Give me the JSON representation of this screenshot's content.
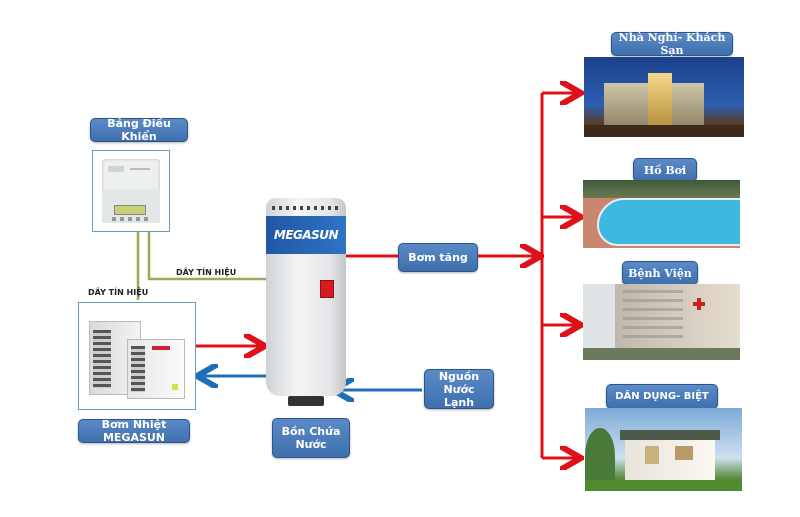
{
  "diagram": {
    "control_panel_label": "Bảng Điều Khiển",
    "heat_pump_label": "Bơm Nhiệt MEGASUN",
    "tank_label": "Bồn Chứa Nước",
    "tank_brand": "MEGASUN",
    "booster_pump_label": "Bơm tăng",
    "cold_water_label": "Nguồn Nước Lạnh",
    "signal_wire_label_1": "DÂY TÍN HIỆU",
    "signal_wire_label_2": "DÂY TÍN HIỆU",
    "destinations": [
      {
        "label": "Nhà Nghỉ- Khách Sạn"
      },
      {
        "label": "Hồ Bơi"
      },
      {
        "label": "Bệnh Viện"
      },
      {
        "label": "DÂN DỤNG- BIỆT"
      }
    ],
    "colors": {
      "hot_line": "#e0101a",
      "cold_line": "#1f6fb8",
      "signal_line": "#9aaa55",
      "label_bg": "#4a7bbd"
    }
  }
}
